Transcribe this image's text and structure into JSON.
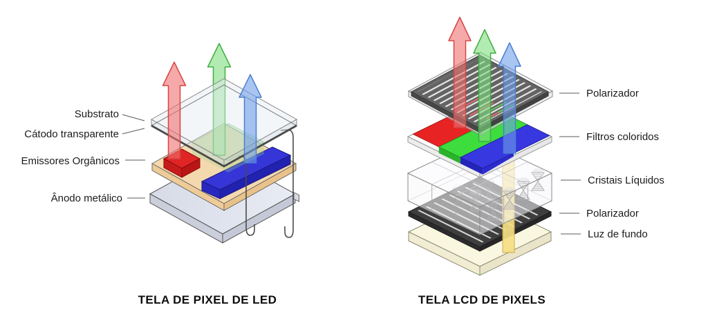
{
  "page": {
    "background": "#ffffff"
  },
  "led_diagram": {
    "title": "TELA DE PIXEL DE LED",
    "labels": {
      "substrate": "Substrato",
      "cathode": "Cátodo transparente",
      "emitters": "Emissores Orgânicos",
      "anode": "Ânodo metálico"
    },
    "colors": {
      "red_arrow": "#f07070",
      "green_arrow": "#7fdd7f",
      "blue_arrow": "#6f9fe8",
      "substrate_glass": "#e7edf3",
      "emitter_base": "#f5d9ae",
      "red_emitter": "#e02525",
      "blue_emitter": "#3535d8",
      "anode_metal": "#dfe3ee",
      "green_glow": "#8ccf8c"
    }
  },
  "lcd_diagram": {
    "title": "TELA LCD DE PIXELS",
    "labels": {
      "polarizer_top": "Polarizador",
      "color_filters": "Filtros coloridos",
      "liquid_crystals": "Cristais Líquidos",
      "polarizer_bottom": "Polarizador",
      "backlight": "Luz de fundo"
    },
    "colors": {
      "polarizer_top": "#646464",
      "polarizer_bottom": "#3e3e3e",
      "filter_red": "#e82323",
      "filter_green": "#3ddd3d",
      "filter_blue": "#3838e0",
      "backlight": "#faf7e1",
      "light_beam": "#f6df85",
      "red_arrow": "#f07070",
      "green_arrow": "#7fdd7f",
      "blue_arrow": "#6f9fe8"
    }
  }
}
